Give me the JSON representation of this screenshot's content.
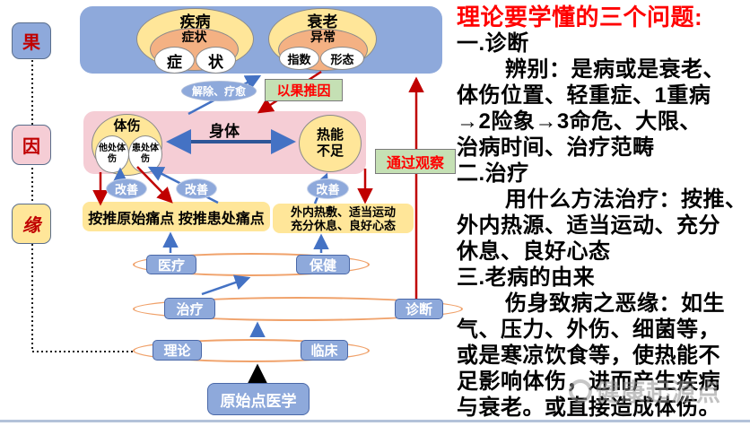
{
  "colors": {
    "panel_blue": "#8EA9DB",
    "panel_pink": "#F5CDD5",
    "panel_yellow": "#FFE699",
    "inner_orange": "#F4B183",
    "green_box": "#C5E0B4",
    "arrow_red": "#C00000",
    "arrow_blue": "#4472C4",
    "text_red": "#FF0000"
  },
  "diagram": {
    "left_labels": {
      "effect": "果",
      "cause": "因",
      "condition": "缘"
    },
    "disease_group": {
      "outer": "疾病",
      "inner": "症状",
      "sub1": "症",
      "sub2": "状"
    },
    "aging_group": {
      "outer": "衰老",
      "inner": "异常",
      "sub1": "指数",
      "sub2": "形态"
    },
    "relieve_label": "解除、疗愈",
    "infer_label": "以果推因",
    "observe_label": "通过观察",
    "body_section": {
      "injury": "体伤",
      "other_injury": "他处体伤",
      "affected_injury": "患处体伤",
      "body": "身体",
      "heat_deficit": "热能不足"
    },
    "improve1": "改善",
    "improve2": "改善",
    "improve3": "改善",
    "treat_left": "按推原始痛点 按推患处痛点",
    "treat_right_line1": "外内热敷、适当运动",
    "treat_right_line2": "充分休息、良好心态",
    "medical": "医疗",
    "healthcare": "保健",
    "treatment": "治疗",
    "diagnosis": "诊断",
    "theory": "理论",
    "clinical": "临床",
    "origin": "原始点医学"
  },
  "right_panel": {
    "title": "理论要学懂的三个问题:",
    "lines": [
      "一.诊断",
      "辨别：是病或是衰老、",
      "体伤位置、轻重症、1重病",
      "→2险象→3命危、大限、",
      "治病时间、治疗范畴",
      "二.治疗",
      "用什么方法治疗：按推、",
      "外内热源、适当运动、充分",
      "休息、良好心态",
      "三.老病的由来",
      "伤身致病之恶缘：如生",
      "气、压力、外伤、细菌等，",
      "或是寒凉饮食等，使热能不",
      "足影响体伤，进而产生疾病",
      "与衰老。或直接造成体伤。"
    ]
  },
  "watermark": "健康起源点"
}
